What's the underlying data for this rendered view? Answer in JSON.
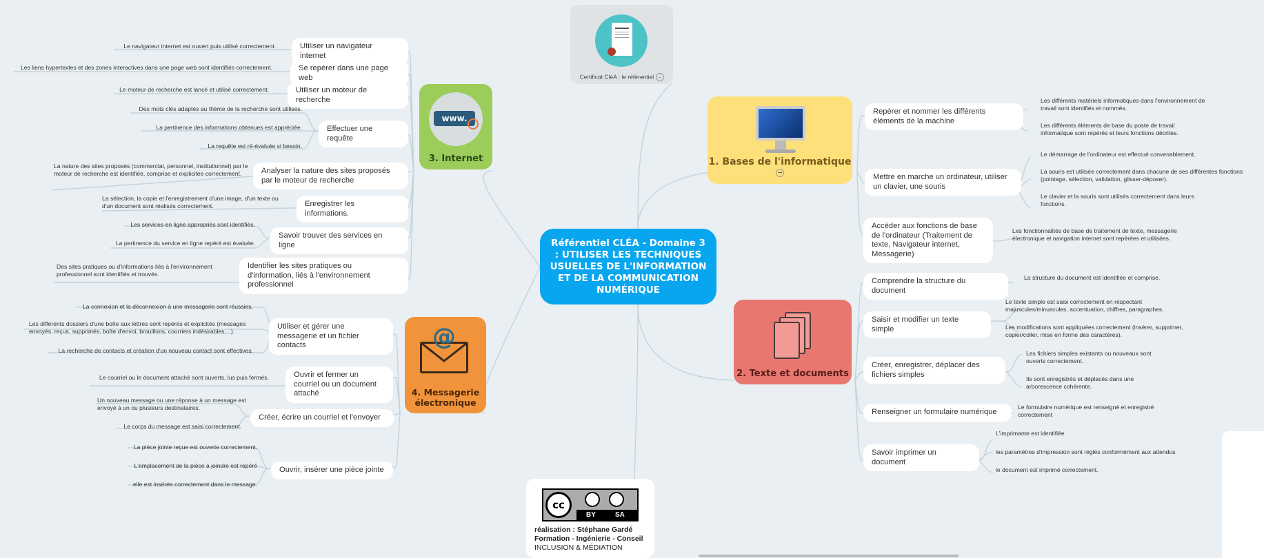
{
  "center": {
    "title": "Référentiel CLÉA - Domaine 3 : UTILISER LES TECHNIQUES USUELLES DE L'INFORMATION ET DE LA COMMUNICATION NUMÉRIQUE"
  },
  "certificate": {
    "label": "Certificat CléA : le référentiel"
  },
  "credits": {
    "cc_by": "BY",
    "cc_sa": "SA",
    "line1": "réalisation : Stéphane Gardé",
    "line2": "Formation - Ingénierie - Conseil",
    "line3": "INCLUSION & MÉDIATION"
  },
  "colors": {
    "center": "#08a6ee",
    "bases": "#fde07a",
    "texte": "#e8776f",
    "internet": "#9ccc5a",
    "messagerie": "#f0933b",
    "line": "#c5d3db"
  },
  "topics": {
    "bases": {
      "label": "1. Bases de l'informatique",
      "icon": "monitor-icon"
    },
    "texte": {
      "label": "2. Texte et documents",
      "icon": "documents-icon"
    },
    "internet": {
      "label": "3. Internet",
      "icon": "www-icon"
    },
    "messagerie": {
      "label": "4. Messagerie électronique",
      "icon": "at-envelope-icon"
    }
  },
  "bases": {
    "s1": {
      "label": "Repérer et nommer les différents éléments de la machine",
      "l1": "Les différents matériels informatiques dans l'environnement de travail sont identifiés et nommés.",
      "l2": "Les différents éléments de base du poste de travail informatique sont repérés et leurs fonctions décrites."
    },
    "s2": {
      "label": "Mettre en marche un ordinateur, utiliser un clavier, une souris",
      "l1": "Le démarrage de l'ordinateur est effectué convenablement.",
      "l2": "La souris est utilisée correctement dans chacune de ses différentes fonctions (pointage, sélection, validation, glisser-déposer).",
      "l3": "Le clavier et la souris sont utilisés correctement dans leurs fonctions."
    },
    "s3": {
      "label": "Accéder aux fonctions de base de l'ordinateur (Traitement de texte, Navigateur internet, Messagerie)",
      "l1": "Les fonctionnalités de base de traitement de texte, messagerie électronique et navigation internet sont repérées et utilisées."
    }
  },
  "texte": {
    "s1": {
      "label": "Comprendre la structure du document",
      "l1": "La structure du document est identifiée et comprise."
    },
    "s2": {
      "label": "Saisir et modifier un texte simple",
      "l1": "Le texte simple est saisi correctement en respectant majuscules/minuscules, accentuation, chiffres, paragraphes.",
      "l2": "Les modifications sont appliquées correctement (insérer, supprimer, copier/coller, mise en forme des caractères)."
    },
    "s3": {
      "label": "Créer, enregistrer, déplacer des fichiers simples",
      "l1": "Les fichiers simples existants ou nouveaux sont ouverts correctement.",
      "l2": "Ils sont enregistrés et déplacés dans une arborescence cohérente."
    },
    "s4": {
      "label": "Renseigner un formulaire numérique",
      "l1": "Le formulaire numérique est renseigné et enregistré correctement"
    },
    "s5": {
      "label": "Savoir imprimer un document",
      "l1": "L'imprimante est identifiée",
      "l2": "les paramètres d'impression sont réglés conformément aux attendus",
      "l3": "le document est imprimé correctement."
    }
  },
  "internet": {
    "s1": {
      "label": "Utiliser un navigateur internet",
      "l1": "Le navigateur internet est ouvert puis utilisé correctement."
    },
    "s2": {
      "label": "Se repérer dans une page web",
      "l1": "Les liens hypertextes et des zones interactives dans une page web sont identifiés correctement."
    },
    "s3": {
      "label": "Utiliser un moteur de recherche",
      "l1": "Le moteur de recherche est lancé et utilisé correctement."
    },
    "s4": {
      "label": "Effectuer une requête",
      "l1": "Des mots clés adaptés au thème de la recherche sont utilisés.",
      "l2": "La pertinence des informations obtenues est appréciée.",
      "l3": "La requête est ré-évaluée si besoin."
    },
    "s5": {
      "label": "Analyser la nature des sites proposés par le moteur de recherche",
      "l1": "La nature des sites proposés (commercial, personnel, institutionnel) par le moteur de recherche est identifiée, comprise et explicitée correctement."
    },
    "s6": {
      "label": "Enregistrer les informations.",
      "l1": "La sélection, la copie et l'enregistrement d'une image, d'un texte ou d'un document sont réalisés correctement."
    },
    "s7": {
      "label": "Savoir trouver des services en ligne",
      "l1": "Les services en ligne appropriés sont identifiés.",
      "l2": "La pertinence du service en ligne repéré est évaluée."
    },
    "s8": {
      "label": "Identifier les sites pratiques ou d'information, liés à l'environnement professionnel",
      "l1": "Des sites pratiques ou d'informations liés à l'environnement professionnel sont identifiés et trouvés."
    }
  },
  "messagerie": {
    "s1": {
      "label": "Utiliser et gérer une messagerie et un fichier contacts",
      "l1": "La connexion et la déconnexion à une messagerie sont réussies.",
      "l2": "Les différents dossiers d'une boîte aux lettres sont repérés et explicités (messages envoyés, reçus, supprimés, boîte d'envoi, brouillons, courriers indésirables,...).",
      "l3": "La recherche de contacts et création d'un nouveau contact sont effectives."
    },
    "s2": {
      "label": "Ouvrir et fermer un courriel ou un document attaché",
      "l1": "Le courriel ou le document attaché sont ouverts, lus puis fermés."
    },
    "s3": {
      "label": "Créer, écrire un courriel et l'envoyer",
      "l1": "Un nouveau message ou une réponse à un message est envoyé à un ou plusieurs destinataires.",
      "l2": "Le corps du message est saisi correctement."
    },
    "s4": {
      "label": "Ouvrir, insérer une pièce jointe",
      "l1": "La pièce jointe reçue est ouverte correctement.",
      "l2": "L'emplacement de la pièce à joindre est repéré",
      "l3": "elle est insérée correctement dans le message."
    }
  }
}
